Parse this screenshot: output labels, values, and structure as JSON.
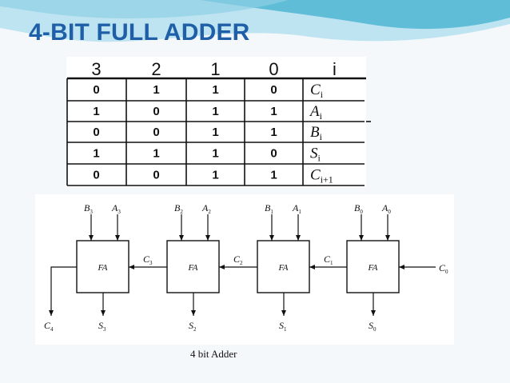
{
  "slide": {
    "title": "4-BIT FULL ADDER",
    "caption": "4 bit Adder",
    "colors": {
      "title": "#1f5fa8",
      "wave_dark": "#4fb6d3",
      "wave_light": "#bfe4f1",
      "ink": "#111111"
    }
  },
  "table": {
    "headers": [
      "3",
      "2",
      "1",
      "0",
      "i"
    ],
    "rows": [
      {
        "values": [
          "0",
          "1",
          "1",
          "0"
        ],
        "sym": "C",
        "sub": "i"
      },
      {
        "values": [
          "1",
          "0",
          "1",
          "1"
        ],
        "sym": "A",
        "sub": "i"
      },
      {
        "values": [
          "0",
          "0",
          "1",
          "1"
        ],
        "sym": "B",
        "sub": "i"
      },
      {
        "values": [
          "1",
          "1",
          "1",
          "0"
        ],
        "sym": "S",
        "sub": "i"
      },
      {
        "values": [
          "0",
          "0",
          "1",
          "1"
        ],
        "sym": "C",
        "sub": "i+1"
      }
    ]
  },
  "adders": [
    {
      "label": "FA",
      "b": "3",
      "a": "3",
      "s": "3",
      "cin": "3"
    },
    {
      "label": "FA",
      "b": "2",
      "a": "2",
      "s": "2",
      "cin": "2"
    },
    {
      "label": "FA",
      "b": "1",
      "a": "1",
      "s": "1",
      "cin": "1"
    },
    {
      "label": "FA",
      "b": "0",
      "a": "0",
      "s": "0",
      "cin": "0"
    }
  ],
  "carry_out": {
    "sym": "C",
    "sub": "4"
  },
  "letters": {
    "a": "A",
    "b": "B",
    "s": "S",
    "c": "C"
  }
}
